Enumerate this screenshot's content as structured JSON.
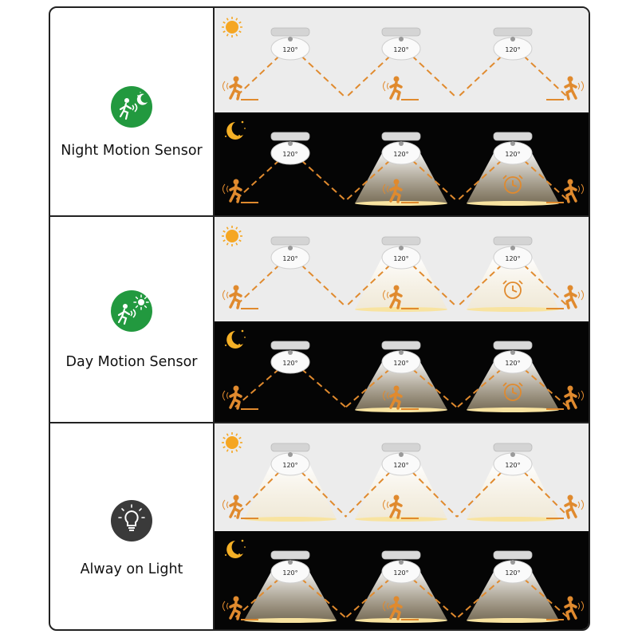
{
  "angle_label": "120°",
  "colors": {
    "green_icon": "#22993f",
    "dark_icon": "#3a3a3a",
    "orange": "#e08a2e",
    "day_bg": "#ececec",
    "night_bg": "#050505"
  },
  "modes": [
    {
      "label": "Night Motion Sensor",
      "icon": "motion-sensor-moon-icon",
      "day_row": {
        "panels": [
          {
            "light": "off",
            "person": "left"
          },
          {
            "light": "off",
            "person": "center"
          },
          {
            "light": "off",
            "person": "right"
          }
        ]
      },
      "night_row": {
        "panels": [
          {
            "light": "off",
            "person": "left"
          },
          {
            "light": "on",
            "person": "center"
          },
          {
            "light": "on-timer",
            "person": "right"
          }
        ]
      }
    },
    {
      "label": "Day Motion Sensor",
      "icon": "motion-sensor-sun-icon",
      "day_row": {
        "panels": [
          {
            "light": "off",
            "person": "left"
          },
          {
            "light": "on",
            "person": "center"
          },
          {
            "light": "on-timer",
            "person": "right"
          }
        ]
      },
      "night_row": {
        "panels": [
          {
            "light": "off",
            "person": "left"
          },
          {
            "light": "on",
            "person": "center"
          },
          {
            "light": "on-timer",
            "person": "right"
          }
        ]
      }
    },
    {
      "label": "Alway on Light",
      "icon": "light-bulb-icon",
      "day_row": {
        "panels": [
          {
            "light": "on",
            "person": "left"
          },
          {
            "light": "on",
            "person": "center"
          },
          {
            "light": "on",
            "person": "right"
          }
        ]
      },
      "night_row": {
        "panels": [
          {
            "light": "on",
            "person": "left"
          },
          {
            "light": "on",
            "person": "center"
          },
          {
            "light": "on",
            "person": "right"
          }
        ]
      }
    }
  ]
}
